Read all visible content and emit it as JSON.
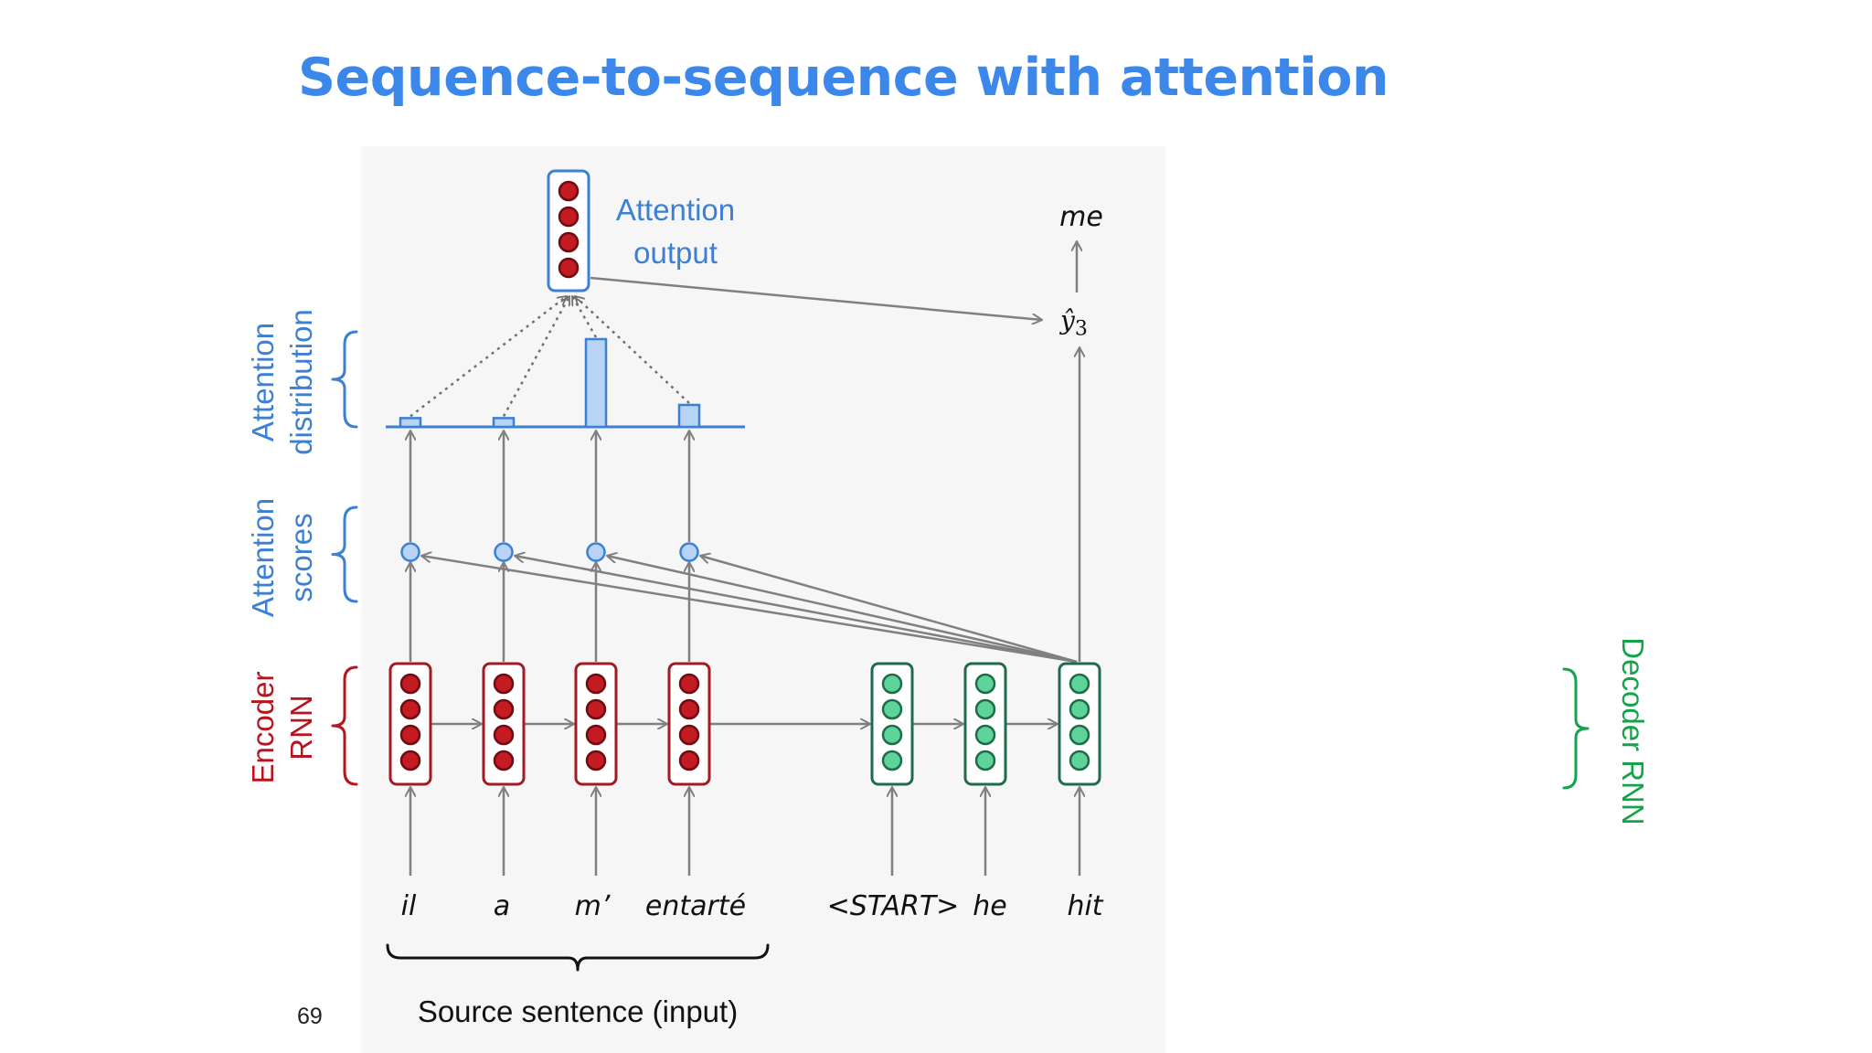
{
  "slide": {
    "title": "Sequence-to-sequence with attention",
    "page_number": "69"
  },
  "labels": {
    "attention_output": [
      "Attention",
      "output"
    ],
    "attention_distribution": [
      "Attention",
      "distribution"
    ],
    "attention_scores": [
      "Attention",
      "scores"
    ],
    "encoder_rnn": [
      "Encoder",
      "RNN"
    ],
    "decoder_rnn": "Decoder RNN",
    "source_sentence": "Source sentence (input)"
  },
  "source_words": [
    "il",
    "a",
    "m’",
    "entarté"
  ],
  "target_inputs": [
    "<START>",
    "he",
    "hit"
  ],
  "output_word": "me",
  "prediction": {
    "symbol": "ŷ",
    "subscript": "3"
  },
  "attention_weights": [
    0.1,
    0.1,
    1.0,
    0.25
  ],
  "colors": {
    "title": "#3b87ea",
    "attention": "#3d7fd2",
    "encoder": "#b8141d",
    "decoder": "#15a34a",
    "arrow": "#808080"
  }
}
